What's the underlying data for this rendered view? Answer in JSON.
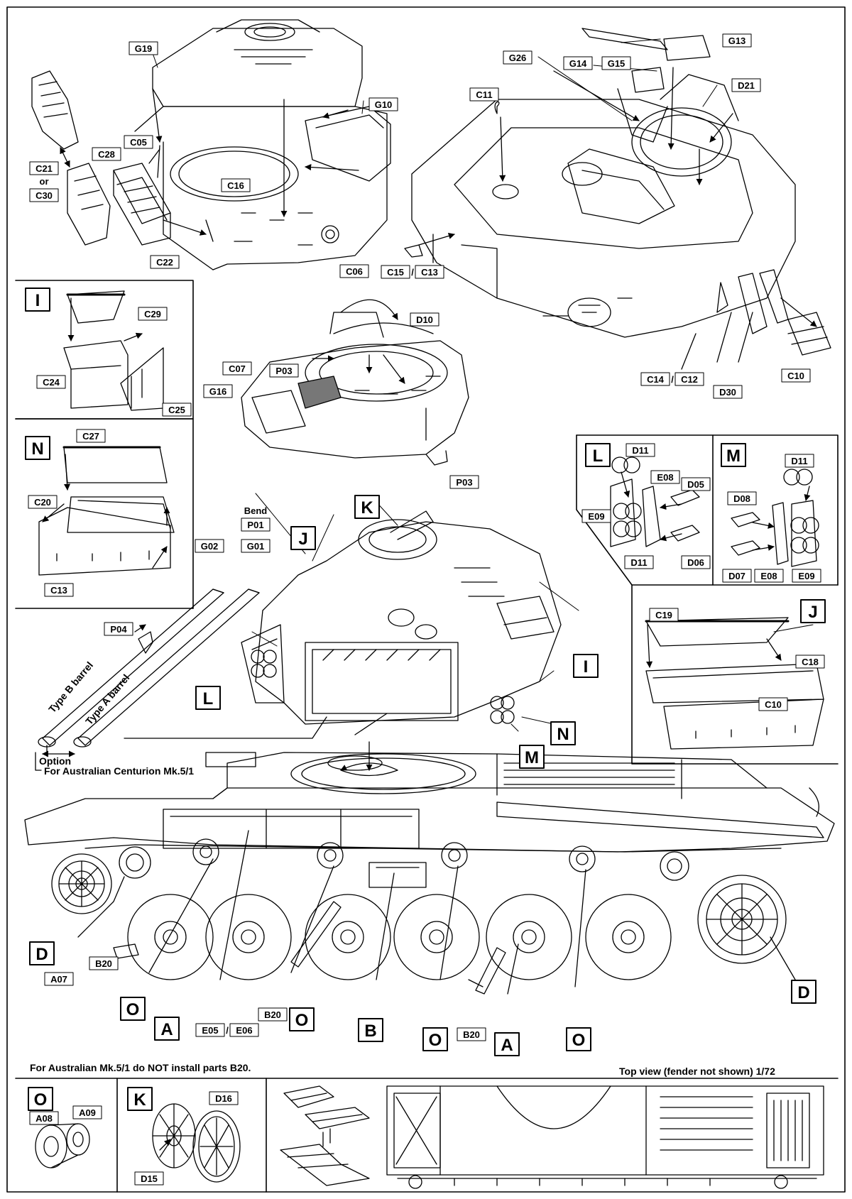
{
  "parts": {
    "G19": "G19",
    "G10": "G10",
    "C05": "C05",
    "C28": "C28",
    "C16": "C16",
    "C21": "C21",
    "or": "or",
    "C30": "C30",
    "C22": "C22",
    "C06": "C06",
    "G13": "G13",
    "G26": "G26",
    "G14": "G14",
    "G15": "G15",
    "D21": "D21",
    "C11": "C11",
    "C15": "C15",
    "C13": "C13",
    "C14": "C14",
    "C12": "C12",
    "D30": "D30",
    "C10": "C10",
    "C29": "C29",
    "C24": "C24",
    "C25": "C25",
    "C27": "C27",
    "C20": "C20",
    "D10": "D10",
    "C07": "C07",
    "P03": "P03",
    "G16": "G16",
    "D11": "D11",
    "E08": "E08",
    "D05": "D05",
    "E09": "E09",
    "D06": "D06",
    "D08": "D08",
    "D07": "D07",
    "C19": "C19",
    "C18": "C18",
    "P01": "P01",
    "G02": "G02",
    "G01": "G01",
    "P04": "P04",
    "A07": "A07",
    "B20": "B20",
    "E05": "E05",
    "E06": "E06",
    "A08": "A08",
    "A09": "A09",
    "D16": "D16",
    "D15": "D15"
  },
  "steps": {
    "I": "I",
    "N": "N",
    "L": "L",
    "M": "M",
    "J": "J",
    "K": "K",
    "D": "D",
    "O": "O",
    "A": "A",
    "B": "B"
  },
  "notes": {
    "bend": "Bend",
    "type_b": "Type B barrel",
    "type_a": "Type A barrel",
    "option": "Option",
    "australian": "For Australian Centurion Mk.5/1",
    "b20_note": "For Australian Mk.5/1 do NOT install parts B20.",
    "top_view": "Top view (fender not shown) 1/72",
    "slash": "/"
  }
}
